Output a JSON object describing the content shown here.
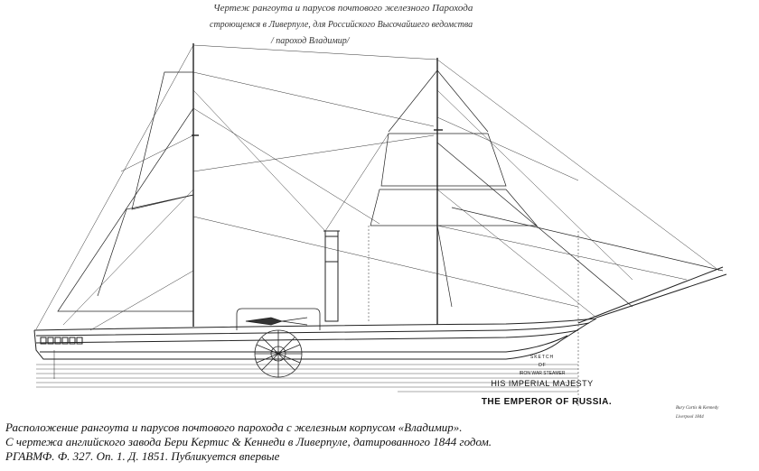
{
  "drawing_title": {
    "line1": "Чертеж рангоута и парусов почтового железного Парохода",
    "line2": "строющемся в Ливерпуле, для Российского Высочайшего ведомства",
    "line3": "/ пароход Владимир/"
  },
  "plate_labels": {
    "line1": "SKETCH",
    "line2": "OF",
    "line3": "IRON WAR STEAMER",
    "line4": "HIS IMPERIAL MAJESTY",
    "line5": "THE EMPEROR OF RUSSIA."
  },
  "signature": {
    "line1": "Bury Curtis & Kennedy",
    "line2": "Liverpool 1844"
  },
  "caption": {
    "line1": "Расположение рангоута и парусов почтового парохода с железным корпусом «Владимир».",
    "line2": "С чертежа английского завода Бери Кертис & Кеннеди в Ливерпуле, датированного 1844 годом.",
    "line3": "РГАВМФ. Ф. 327. Оп. 1. Д. 1851. Публикуется впервые"
  },
  "colors": {
    "ink": "#111111",
    "paper": "#ffffff"
  }
}
